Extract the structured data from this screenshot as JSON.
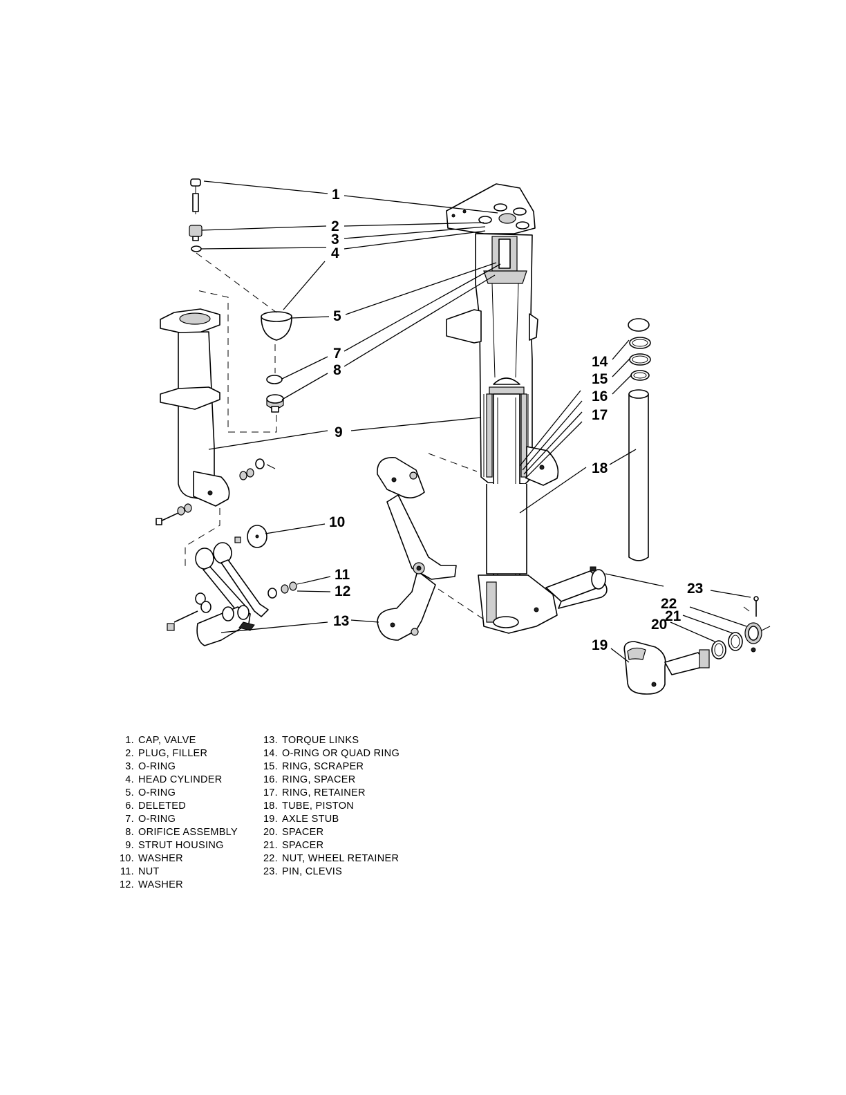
{
  "callouts": {
    "c1": "1",
    "c2": "2",
    "c3": "3",
    "c4": "4",
    "c5": "5",
    "c7": "7",
    "c8": "8",
    "c9": "9",
    "c10": "10",
    "c11": "11",
    "c12": "12",
    "c13": "13",
    "c14": "14",
    "c15": "15",
    "c16": "16",
    "c17": "17",
    "c18": "18",
    "c19": "19",
    "c20": "20",
    "c21": "21",
    "c22": "22",
    "c23": "23"
  },
  "legend": {
    "left": [
      {
        "num": "1.",
        "name": "CAP, VALVE"
      },
      {
        "num": "2.",
        "name": "PLUG, FILLER"
      },
      {
        "num": "3.",
        "name": "O-RING"
      },
      {
        "num": "4.",
        "name": "HEAD CYLINDER"
      },
      {
        "num": "5.",
        "name": "O-RING"
      },
      {
        "num": "6.",
        "name": "DELETED"
      },
      {
        "num": "7.",
        "name": "O-RING"
      },
      {
        "num": "8.",
        "name": "ORIFICE ASSEMBLY"
      },
      {
        "num": "9.",
        "name": "STRUT HOUSING"
      },
      {
        "num": "10.",
        "name": "WASHER"
      },
      {
        "num": "11.",
        "name": "NUT"
      },
      {
        "num": "12.",
        "name": "WASHER"
      }
    ],
    "right": [
      {
        "num": "13.",
        "name": "TORQUE LINKS"
      },
      {
        "num": "14.",
        "name": "O-RING OR QUAD RING"
      },
      {
        "num": "15.",
        "name": "RING, SCRAPER"
      },
      {
        "num": "16.",
        "name": "RING, SPACER"
      },
      {
        "num": "17.",
        "name": "RING, RETAINER"
      },
      {
        "num": "18.",
        "name": "TUBE, PISTON"
      },
      {
        "num": "19.",
        "name": "AXLE STUB"
      },
      {
        "num": "20.",
        "name": "SPACER"
      },
      {
        "num": "21.",
        "name": "SPACER"
      },
      {
        "num": "22.",
        "name": "NUT, WHEEL RETAINER"
      },
      {
        "num": "23.",
        "name": "PIN, CLEVIS"
      }
    ]
  }
}
